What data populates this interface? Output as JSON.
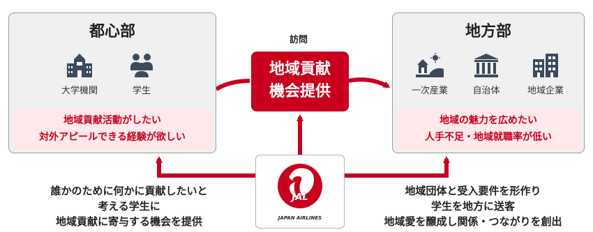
{
  "left_panel": {
    "title": "都心部",
    "icons": [
      {
        "label": "大学機関",
        "icon": "university-icon"
      },
      {
        "label": "学生",
        "icon": "students-icon"
      }
    ],
    "needs": [
      "地域貢献活動がしたい",
      "対外アピールできる経験が欲しい"
    ]
  },
  "right_panel": {
    "title": "地方部",
    "icons": [
      {
        "label": "一次産業",
        "icon": "farm-icon"
      },
      {
        "label": "自治体",
        "icon": "government-building-icon"
      },
      {
        "label": "地域企業",
        "icon": "office-building-icon"
      }
    ],
    "needs": [
      "地域の魅力を広めたい",
      "人手不足・地域就職率が低い"
    ]
  },
  "center": {
    "visit_label": "訪問",
    "box_lines": [
      "地域貢献",
      "機会提供"
    ]
  },
  "logo": {
    "brand_text": "JAL",
    "subtext": "JAPAN AIRLINES"
  },
  "left_caption": [
    "誰かのために何かに貢献したいと",
    "考える学生に",
    "地域貢献に寄与する機会を提供"
  ],
  "right_caption": [
    "地域団体と受入要件を形作り",
    "学生を地方に送客",
    "地域愛を醸成し関係・つながりを創出"
  ],
  "colors": {
    "accent": "#c8001e",
    "panel_bg": "#f0f0f0",
    "need_bg": "#fde9e9",
    "icon": "#3c4a5c"
  }
}
